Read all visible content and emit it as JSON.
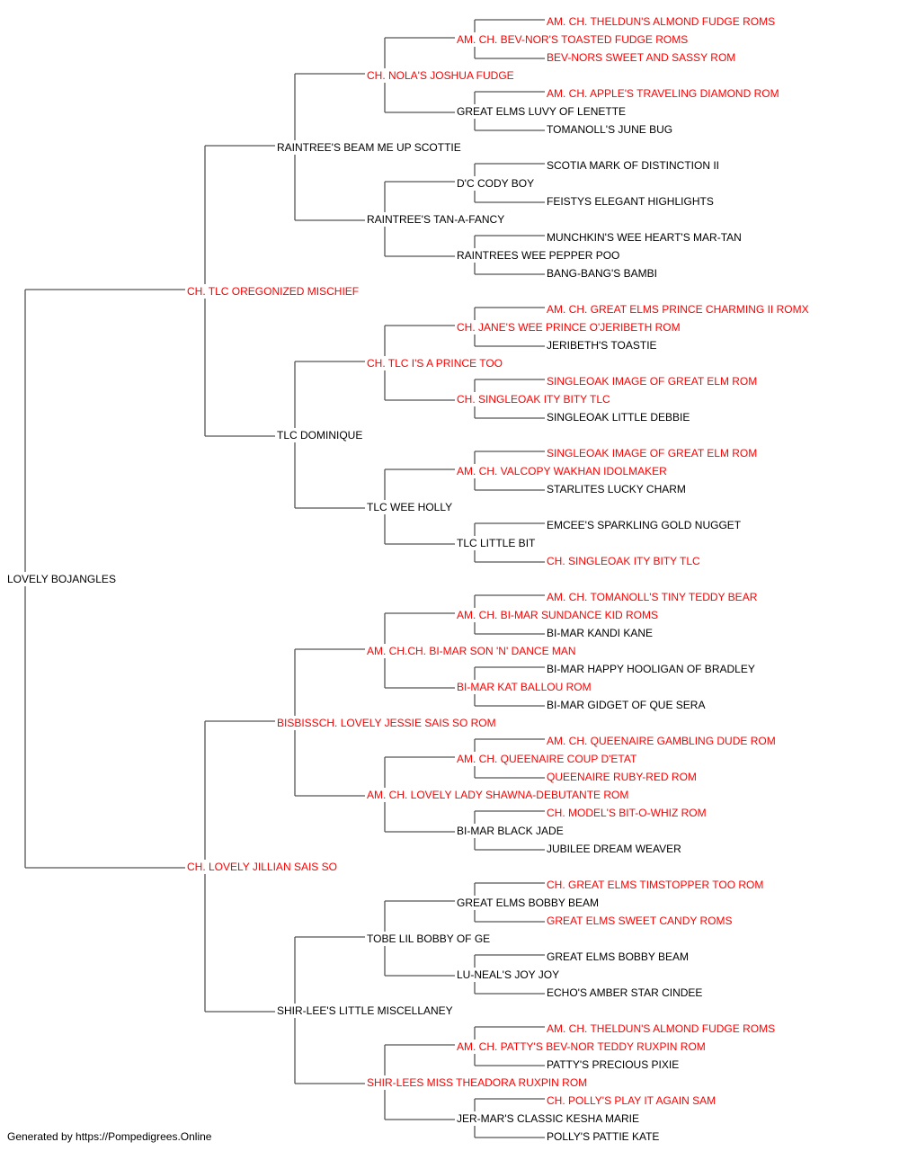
{
  "colors": {
    "line": "#555555",
    "champion": "#ff0000",
    "regular": "#000000"
  },
  "pedigree": {
    "name": "LOVELY BOJANGLES",
    "champion": false,
    "sire": {
      "name": "CH. TLC OREGONIZED MISCHIEF",
      "champion": true,
      "sire": {
        "name": "RAINTREE'S BEAM ME UP SCOTTIE",
        "champion": false,
        "sire": {
          "name": "CH. NOLA'S JOSHUA FUDGE",
          "champion": true,
          "sire": {
            "name": "AM. CH. BEV-NOR'S TOASTED FUDGE ROMS",
            "champion": true,
            "sire": {
              "name": "AM. CH. THELDUN'S ALMOND FUDGE ROMS",
              "champion": true
            },
            "dam": {
              "name": "BEV-NORS SWEET AND SASSY ROM",
              "champion": true
            }
          },
          "dam": {
            "name": "GREAT ELMS LUVY OF LENETTE",
            "champion": false,
            "sire": {
              "name": "AM. CH. APPLE'S TRAVELING DIAMOND ROM",
              "champion": true
            },
            "dam": {
              "name": "TOMANOLL'S JUNE BUG",
              "champion": false
            }
          }
        },
        "dam": {
          "name": "RAINTREE'S TAN-A-FANCY",
          "champion": false,
          "sire": {
            "name": "D'C CODY BOY",
            "champion": false,
            "sire": {
              "name": "SCOTIA MARK OF DISTINCTION II",
              "champion": false
            },
            "dam": {
              "name": "FEISTYS ELEGANT HIGHLIGHTS",
              "champion": false
            }
          },
          "dam": {
            "name": "RAINTREES WEE PEPPER POO",
            "champion": false,
            "sire": {
              "name": "MUNCHKIN'S WEE HEART'S MAR-TAN",
              "champion": false
            },
            "dam": {
              "name": "BANG-BANG'S BAMBI",
              "champion": false
            }
          }
        }
      },
      "dam": {
        "name": "TLC DOMINIQUE",
        "champion": false,
        "sire": {
          "name": "CH. TLC I'S A PRINCE TOO",
          "champion": true,
          "sire": {
            "name": "CH. JANE'S WEE PRINCE O'JERIBETH ROM",
            "champion": true,
            "sire": {
              "name": "AM. CH. GREAT ELMS PRINCE CHARMING II ROMX",
              "champion": true
            },
            "dam": {
              "name": "JERIBETH'S TOASTIE",
              "champion": false
            }
          },
          "dam": {
            "name": "CH. SINGLEOAK ITY BITY TLC",
            "champion": true,
            "sire": {
              "name": "SINGLEOAK IMAGE OF GREAT ELM ROM",
              "champion": true
            },
            "dam": {
              "name": "SINGLEOAK LITTLE DEBBIE",
              "champion": false
            }
          }
        },
        "dam": {
          "name": "TLC WEE HOLLY",
          "champion": false,
          "sire": {
            "name": "AM. CH. VALCOPY WAKHAN IDOLMAKER",
            "champion": true,
            "sire": {
              "name": "SINGLEOAK IMAGE OF GREAT ELM ROM",
              "champion": true
            },
            "dam": {
              "name": "STARLITES LUCKY CHARM",
              "champion": false
            }
          },
          "dam": {
            "name": "TLC LITTLE BIT",
            "champion": false,
            "sire": {
              "name": "EMCEE'S SPARKLING GOLD NUGGET",
              "champion": false
            },
            "dam": {
              "name": "CH. SINGLEOAK ITY BITY TLC",
              "champion": true
            }
          }
        }
      }
    },
    "dam": {
      "name": "CH. LOVELY JILLIAN SAIS SO",
      "champion": true,
      "sire": {
        "name": "BISBISSCH. LOVELY JESSIE SAIS SO ROM",
        "champion": true,
        "sire": {
          "name": "AM. CH.CH. BI-MAR SON 'N' DANCE MAN",
          "champion": true,
          "sire": {
            "name": "AM. CH. BI-MAR SUNDANCE KID ROMS",
            "champion": true,
            "sire": {
              "name": "AM. CH. TOMANOLL'S TINY TEDDY BEAR",
              "champion": true
            },
            "dam": {
              "name": "BI-MAR KANDI KANE",
              "champion": false
            }
          },
          "dam": {
            "name": "BI-MAR KAT BALLOU ROM",
            "champion": true,
            "sire": {
              "name": "BI-MAR HAPPY HOOLIGAN OF BRADLEY",
              "champion": false
            },
            "dam": {
              "name": "BI-MAR GIDGET OF QUE SERA",
              "champion": false
            }
          }
        },
        "dam": {
          "name": "AM. CH. LOVELY LADY SHAWNA-DEBUTANTE ROM",
          "champion": true,
          "sire": {
            "name": "AM. CH. QUEENAIRE COUP D'ETAT",
            "champion": true,
            "sire": {
              "name": "AM. CH. QUEENAIRE GAMBLING DUDE ROM",
              "champion": true
            },
            "dam": {
              "name": "QUEENAIRE RUBY-RED ROM",
              "champion": true
            }
          },
          "dam": {
            "name": "BI-MAR BLACK JADE",
            "champion": false,
            "sire": {
              "name": "CH. MODEL'S BIT-O-WHIZ ROM",
              "champion": true
            },
            "dam": {
              "name": "JUBILEE DREAM WEAVER",
              "champion": false
            }
          }
        }
      },
      "dam": {
        "name": "SHIR-LEE'S LITTLE MISCELLANEY",
        "champion": false,
        "sire": {
          "name": "TOBE LIL BOBBY OF GE",
          "champion": false,
          "sire": {
            "name": "GREAT ELMS BOBBY BEAM",
            "champion": false,
            "sire": {
              "name": "CH. GREAT ELMS TIMSTOPPER TOO ROM",
              "champion": true
            },
            "dam": {
              "name": "GREAT ELMS SWEET CANDY ROMS",
              "champion": true
            }
          },
          "dam": {
            "name": "LU-NEAL'S JOY JOY",
            "champion": false,
            "sire": {
              "name": "GREAT ELMS BOBBY BEAM",
              "champion": false
            },
            "dam": {
              "name": "ECHO'S AMBER STAR CINDEE",
              "champion": false
            }
          }
        },
        "dam": {
          "name": "SHIR-LEES MISS THEADORA RUXPIN ROM",
          "champion": true,
          "sire": {
            "name": "AM. CH. PATTY'S BEV-NOR TEDDY RUXPIN ROM",
            "champion": true,
            "sire": {
              "name": "AM. CH. THELDUN'S ALMOND FUDGE ROMS",
              "champion": true
            },
            "dam": {
              "name": "PATTY'S PRECIOUS PIXIE",
              "champion": false
            }
          },
          "dam": {
            "name": "JER-MAR'S CLASSIC KESHA MARIE",
            "champion": false,
            "sire": {
              "name": "CH. POLLY'S PLAY IT AGAIN SAM",
              "champion": true
            },
            "dam": {
              "name": "POLLY'S PATTIE KATE",
              "champion": false
            }
          }
        }
      }
    }
  },
  "footer": {
    "text": "Generated by https://Pompedigrees.Online"
  }
}
